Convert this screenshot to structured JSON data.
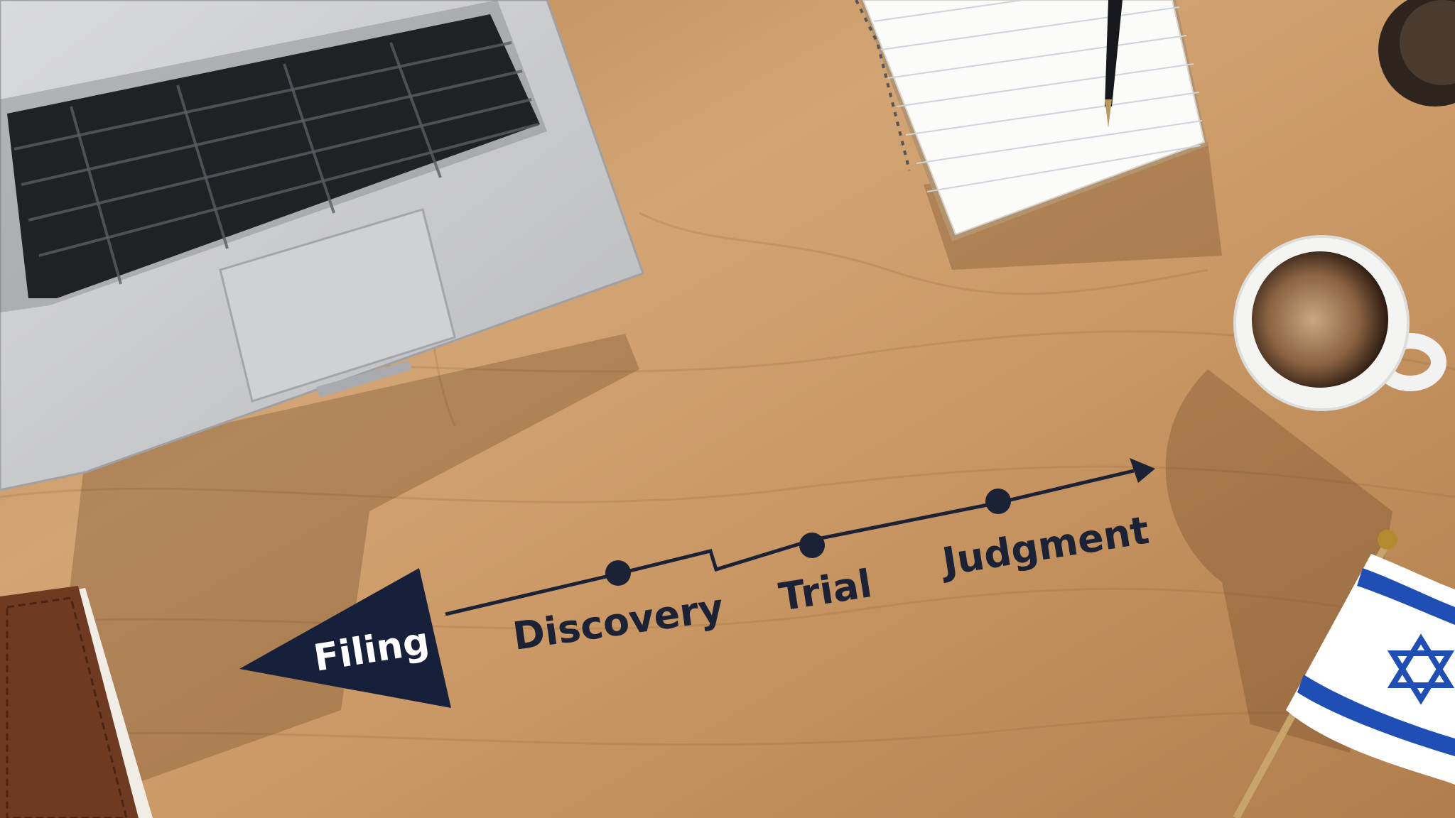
{
  "scene": {
    "description_text": "",
    "objects": [
      "laptop",
      "notebook",
      "pen",
      "coffee-cup",
      "leather-notebook",
      "israel-flag",
      "watch"
    ]
  },
  "timeline": {
    "stages": [
      {
        "label": "Filing"
      },
      {
        "label": "Discovery"
      },
      {
        "label": "Trial"
      },
      {
        "label": "Judgment"
      }
    ]
  },
  "colors": {
    "wood": "#c99a66",
    "ink": "#1b2236",
    "flag_blue": "#1f4fb5"
  }
}
